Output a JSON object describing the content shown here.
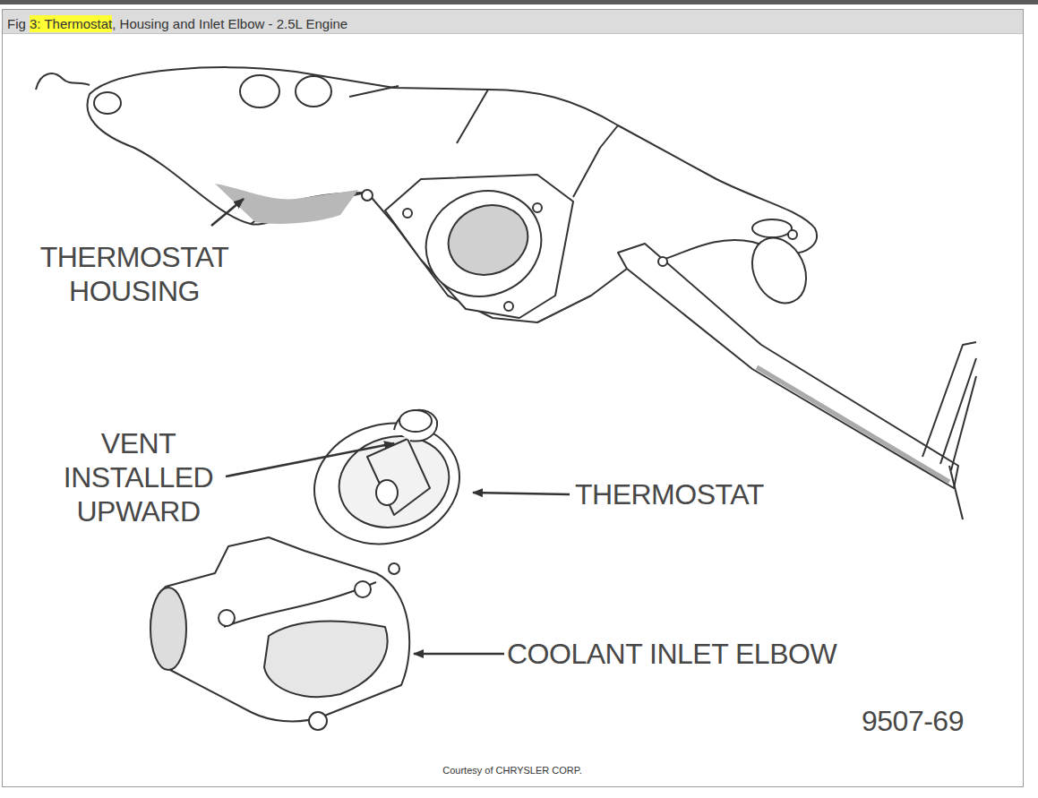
{
  "diagram": {
    "title": "Fig 3: Thermostat, Housing and Inlet Elbow - 2.5L Engine",
    "caption": "Courtesy of CHRYSLER CORP.",
    "labels": [
      "THERMOSTAT HOUSING",
      "VENT INSTALLED UPWARD",
      "THERMOSTAT",
      "COOLANT INLET ELBOW",
      "9507-69"
    ]
  }
}
